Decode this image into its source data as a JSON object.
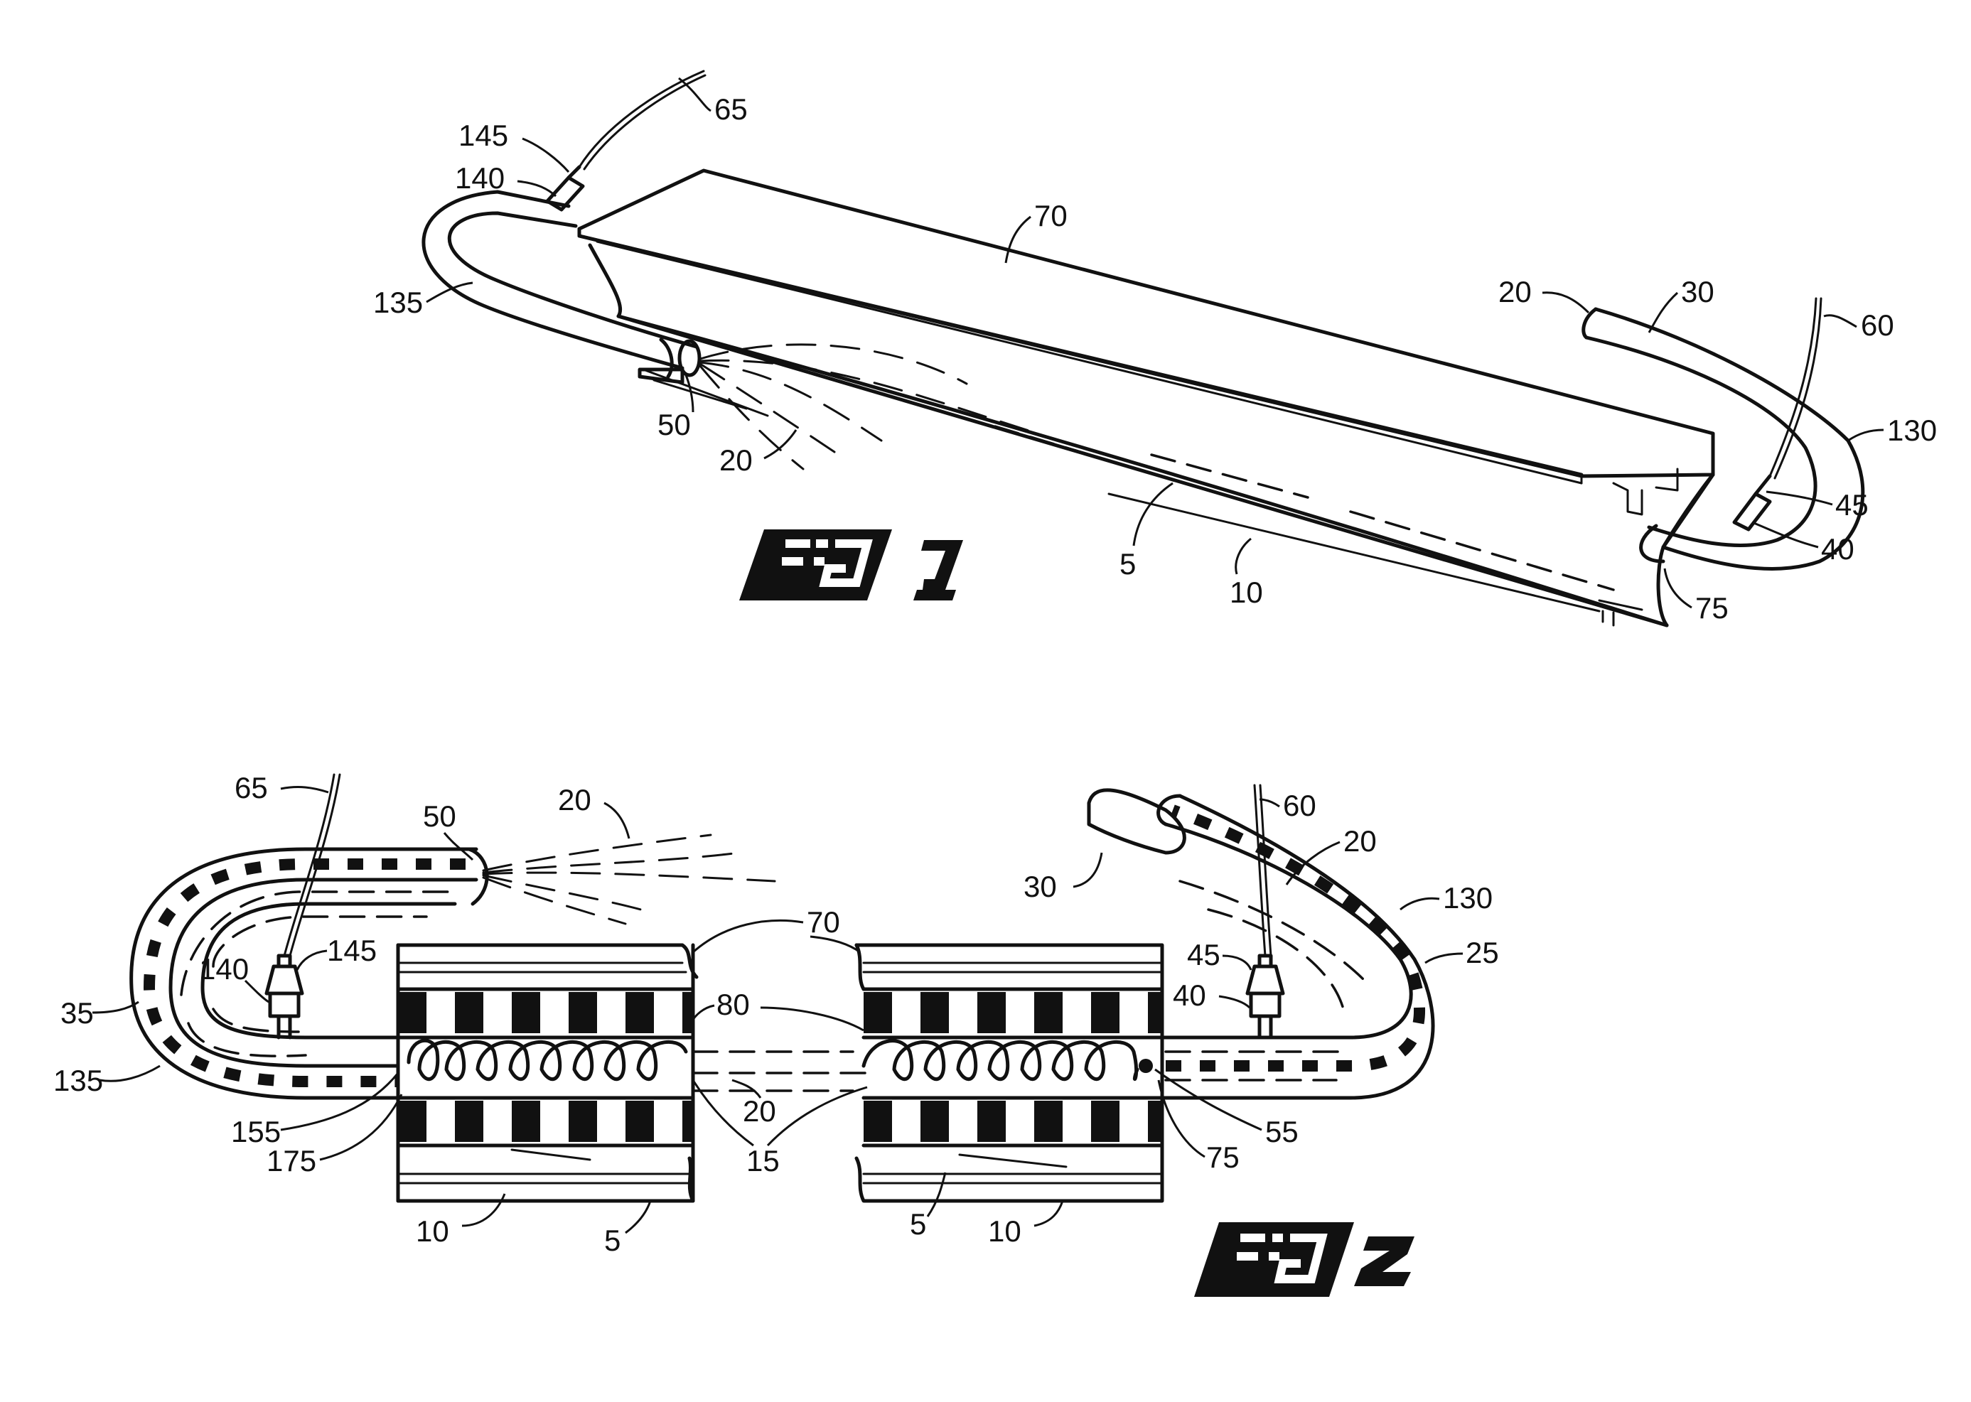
{
  "figure1": {
    "caption": "FIG 1",
    "labels": {
      "l145": "145",
      "l65": "65",
      "l140": "140",
      "l70": "70",
      "l135": "135",
      "l50": "50",
      "l20a": "20",
      "l5": "5",
      "l10": "10",
      "l20b": "20",
      "l30": "30",
      "l60": "60",
      "l130": "130",
      "l45": "45",
      "l40": "40",
      "l75": "75"
    }
  },
  "figure2": {
    "caption": "FIG 2",
    "labels": {
      "l65": "65",
      "l50": "50",
      "l20a": "20",
      "l60": "60",
      "l20b": "20",
      "l30": "30",
      "l130": "130",
      "l140": "140",
      "l145": "145",
      "l70": "70",
      "l45": "45",
      "l25": "25",
      "l35": "35",
      "l80": "80",
      "l40": "40",
      "l135": "135",
      "l155": "155",
      "l20c": "20",
      "l55": "55",
      "l175": "175",
      "l75": "75",
      "l15": "15",
      "l10a": "10",
      "l5a": "5",
      "l5b": "5",
      "l10b": "10"
    }
  }
}
